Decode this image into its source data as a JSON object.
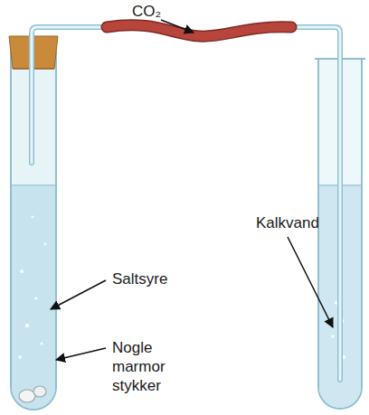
{
  "diagram": {
    "labels": [
      "CO₂",
      "Kalkvand",
      "Saltsyre",
      "Nogle marmor stykker"
    ]
  }
}
